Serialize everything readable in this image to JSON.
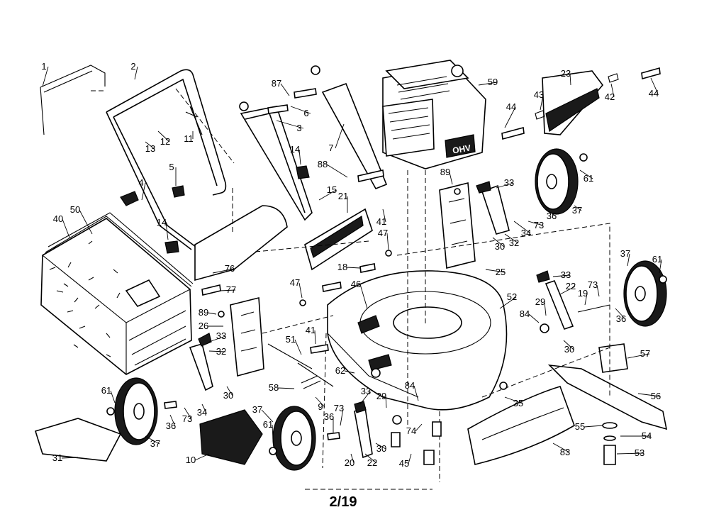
{
  "page_number": "2/19",
  "engine_badge": "OHV",
  "callouts": [
    "1",
    "2",
    "87",
    "6",
    "3",
    "7",
    "13",
    "12",
    "11",
    "14",
    "5",
    "88",
    "15",
    "21",
    "4",
    "50",
    "40",
    "14",
    "76",
    "77",
    "41",
    "47",
    "18",
    "47",
    "46",
    "59",
    "23",
    "43",
    "42",
    "44",
    "44",
    "89",
    "33",
    "61",
    "36",
    "37",
    "73",
    "34",
    "32",
    "30",
    "25",
    "37",
    "61",
    "33",
    "22",
    "19",
    "73",
    "36",
    "52",
    "29",
    "84",
    "30",
    "57",
    "89",
    "26",
    "33",
    "41",
    "51",
    "32",
    "62",
    "58",
    "30",
    "9",
    "61",
    "36",
    "73",
    "34",
    "37",
    "37",
    "61",
    "36",
    "73",
    "33",
    "29",
    "74",
    "84",
    "35",
    "56",
    "55",
    "54",
    "53",
    "83",
    "31",
    "10",
    "20",
    "22",
    "30",
    "45"
  ]
}
